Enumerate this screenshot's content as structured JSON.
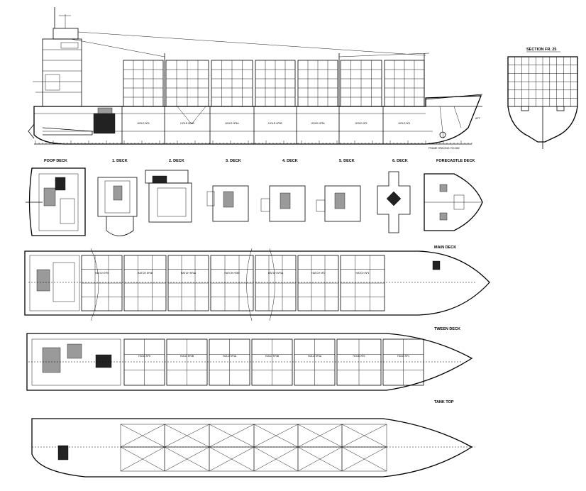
{
  "labels": {
    "section": "SECTION FR. 25",
    "frame_spacing": "FRAME SPACING 700 MM",
    "poop_deck": "POOP DECK",
    "deck1": "1. DECK",
    "deck2": "2. DECK",
    "deck3": "3. DECK",
    "deck4": "4. DECK",
    "deck5": "5. DECK",
    "deck6": "6. DECK",
    "forecastle": "FORECASTLE DECK",
    "main_deck": "MAIN DECK",
    "tween_deck": "TWEEN DECK",
    "tank_top": "TANK TOP"
  },
  "profile_holds": [
    "HOLD Nº5",
    "HOLD Nº4B",
    "HOLD Nº4A",
    "HOLD Nº3B",
    "HOLD Nº3A",
    "HOLD Nº2",
    "HOLD Nº1"
  ],
  "hatches": [
    "HATCH Nº5",
    "HATCH Nº4B",
    "HATCH Nº4A",
    "HATCH Nº3B",
    "HATCH Nº3A",
    "HATCH Nº2",
    "HATCH Nº1"
  ],
  "tween_holds": [
    "HOLD Nº5",
    "HOLD Nº4B",
    "HOLD Nº4A",
    "HOLD Nº3B",
    "HOLD Nº3A",
    "HOLD Nº2",
    "HOLD Nº1"
  ],
  "colors": {
    "line": "#000000",
    "background": "#ffffff"
  }
}
